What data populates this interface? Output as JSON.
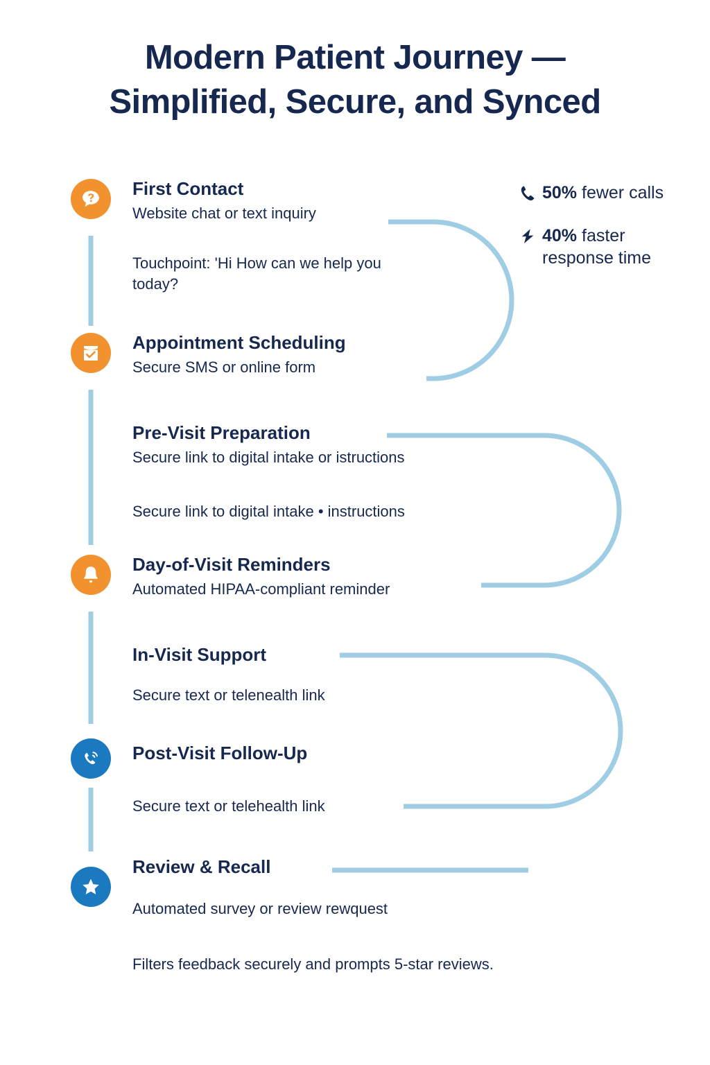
{
  "title": {
    "line1": "Modern Patient Journey —",
    "line2": "Simplified, Secure, and Synced"
  },
  "colors": {
    "navy": "#16284F",
    "orange": "#F2922E",
    "blue": "#1B79BF",
    "light_blue": "#9FCDE4",
    "background": "#FFFFFF"
  },
  "steps": [
    {
      "id": "first-contact",
      "icon": "question-chat-icon",
      "icon_style": "orange",
      "title": "First Contact",
      "subtitle": "Website chat or text inquiry",
      "note": "Touchpoint: 'Hi How can we help you today?"
    },
    {
      "id": "appointment-scheduling",
      "icon": "calendar-check-icon",
      "icon_style": "orange",
      "title": "Appointment Scheduling",
      "subtitle": "Secure SMS or online form",
      "note": ""
    },
    {
      "id": "pre-visit-preparation",
      "icon": "",
      "icon_style": "none",
      "title": "Pre-Visit Preparation",
      "subtitle": "Secure link to digital intake or istructions",
      "note": "Secure link to digital intake • instructions"
    },
    {
      "id": "day-of-visit-reminders",
      "icon": "bell-icon",
      "icon_style": "orange",
      "title": "Day-of-Visit Reminders",
      "subtitle": "Automated HIPAA-compliant reminder",
      "note": ""
    },
    {
      "id": "in-visit-support",
      "icon": "",
      "icon_style": "none",
      "title": "In-Visit Support",
      "subtitle": "Secure text or telenealth link",
      "note": ""
    },
    {
      "id": "post-visit-follow-up",
      "icon": "phone-ring-icon",
      "icon_style": "blue",
      "title": "Post-Visit Follow-Up",
      "subtitle": "Secure text or telehealth link",
      "note": ""
    },
    {
      "id": "review-recall",
      "icon": "star-icon",
      "icon_style": "blue",
      "title": "Review & Recall",
      "subtitle": "Automated survey or review rewquest",
      "note": ""
    }
  ],
  "stats": [
    {
      "icon": "phone-icon",
      "value": "50%",
      "label": " fewer calls"
    },
    {
      "icon": "lightning-bolt-icon",
      "value": "40%",
      "label": " faster response time"
    }
  ],
  "caption": "Filters feedback securely and prompts 5-star reviews."
}
